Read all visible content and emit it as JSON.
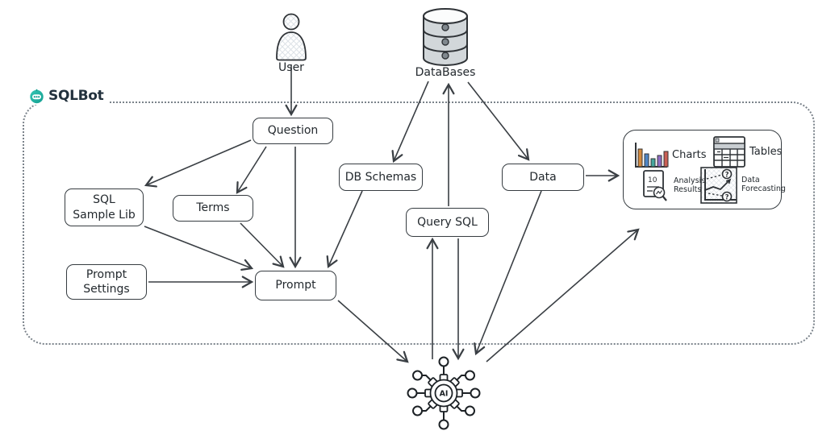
{
  "brand": {
    "name": "SQLBot",
    "accent_color": "#17b3a3",
    "text_color": "#22313d"
  },
  "actors": {
    "user": {
      "label": "User"
    },
    "databases": {
      "label": "DataBases"
    }
  },
  "nodes": {
    "question": {
      "label": "Question"
    },
    "sql_sample_lib": {
      "label": "SQL\nSample Lib"
    },
    "terms": {
      "label": "Terms"
    },
    "prompt_settings": {
      "label": "Prompt\nSettings"
    },
    "prompt": {
      "label": "Prompt"
    },
    "db_schemas": {
      "label": "DB Schemas"
    },
    "query_sql": {
      "label": "Query SQL"
    },
    "data": {
      "label": "Data"
    }
  },
  "ai_hub": {
    "label": "AI"
  },
  "output_panel": {
    "items": [
      {
        "icon": "bar-chart-icon",
        "label": "Charts"
      },
      {
        "icon": "table-icon",
        "label": "Tables"
      },
      {
        "icon": "analysis-doc-icon",
        "label": "Analysis\nResults"
      },
      {
        "icon": "forecast-icon",
        "label": "Data\nForecasting"
      }
    ],
    "chart_bar_colors": [
      "#d4893c",
      "#4f86c6",
      "#46a69e",
      "#8e6cc4",
      "#c95f54"
    ]
  },
  "edges": [
    {
      "from": "user",
      "to": "question"
    },
    {
      "from": "question",
      "to": "sql_sample_lib"
    },
    {
      "from": "question",
      "to": "terms"
    },
    {
      "from": "question",
      "to": "prompt"
    },
    {
      "from": "sql_sample_lib",
      "to": "prompt"
    },
    {
      "from": "terms",
      "to": "prompt"
    },
    {
      "from": "prompt_settings",
      "to": "prompt"
    },
    {
      "from": "db_schemas",
      "to": "prompt"
    },
    {
      "from": "databases",
      "to": "db_schemas"
    },
    {
      "from": "query_sql",
      "to": "databases"
    },
    {
      "from": "databases",
      "to": "data"
    },
    {
      "from": "data",
      "to": "output_panel"
    },
    {
      "from": "prompt",
      "to": "ai"
    },
    {
      "from": "ai",
      "to": "query_sql"
    },
    {
      "from": "query_sql",
      "to": "ai"
    },
    {
      "from": "data",
      "to": "ai"
    },
    {
      "from": "ai",
      "to": "output_panel"
    }
  ]
}
